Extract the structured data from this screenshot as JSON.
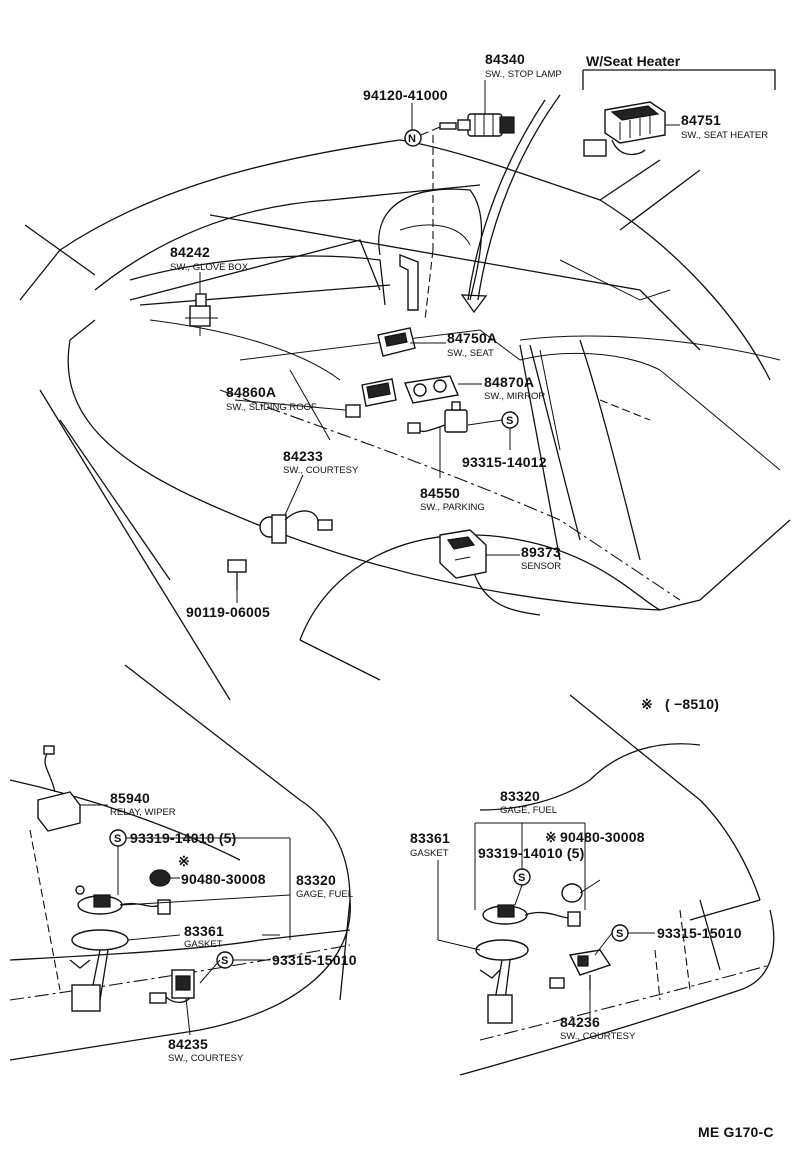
{
  "header": {
    "seat_heater_title": "W/Seat Heater"
  },
  "note": {
    "symbol": "※",
    "range": "(      −8510)"
  },
  "footer": {
    "code": "ME G170-C"
  },
  "symbols": {
    "s_mark": "S",
    "n_mark": "N",
    "star": "※"
  },
  "parts": {
    "p84340": {
      "number": "84340",
      "desc": "SW., STOP LAMP"
    },
    "p94120": {
      "number": "94120-41000"
    },
    "p84751": {
      "number": "84751",
      "desc": "SW., SEAT HEATER"
    },
    "p84242": {
      "number": "84242",
      "desc": "SW., GLOVE BOX"
    },
    "p84750A": {
      "number": "84750A",
      "desc": "SW., SEAT"
    },
    "p84860A": {
      "number": "84860A",
      "desc": "SW., SLIDING ROOF"
    },
    "p84870A": {
      "number": "84870A",
      "desc": "SW., MIRROR"
    },
    "p93315_14012": {
      "number": "93315-14012"
    },
    "p84233": {
      "number": "84233",
      "desc": "SW., COURTESY"
    },
    "p84550": {
      "number": "84550",
      "desc": "SW., PARKING"
    },
    "p89373": {
      "number": "89373",
      "desc": "SENSOR"
    },
    "p90119": {
      "number": "90119-06005"
    },
    "p85940": {
      "number": "85940",
      "desc": "RELAY, WIPER"
    },
    "left_93319": {
      "number": "93319-14010 (5)"
    },
    "left_90480": {
      "number": "90480-30008"
    },
    "left_83320": {
      "number": "83320",
      "desc": "GAGE, FUEL"
    },
    "left_83361": {
      "number": "83361",
      "desc": "GASKET"
    },
    "left_93315": {
      "number": "93315-15010"
    },
    "left_84235": {
      "number": "84235",
      "desc": "SW., COURTESY"
    },
    "right_83320": {
      "number": "83320",
      "desc": "GAGE, FUEL"
    },
    "right_83361": {
      "number": "83361",
      "desc": "GASKET"
    },
    "right_93319": {
      "number": "93319-14010 (5)"
    },
    "right_90480": {
      "number": "90480-30008"
    },
    "right_93315": {
      "number": "93315-15010"
    },
    "right_84236": {
      "number": "84236",
      "desc": "SW., COURTESY"
    }
  }
}
